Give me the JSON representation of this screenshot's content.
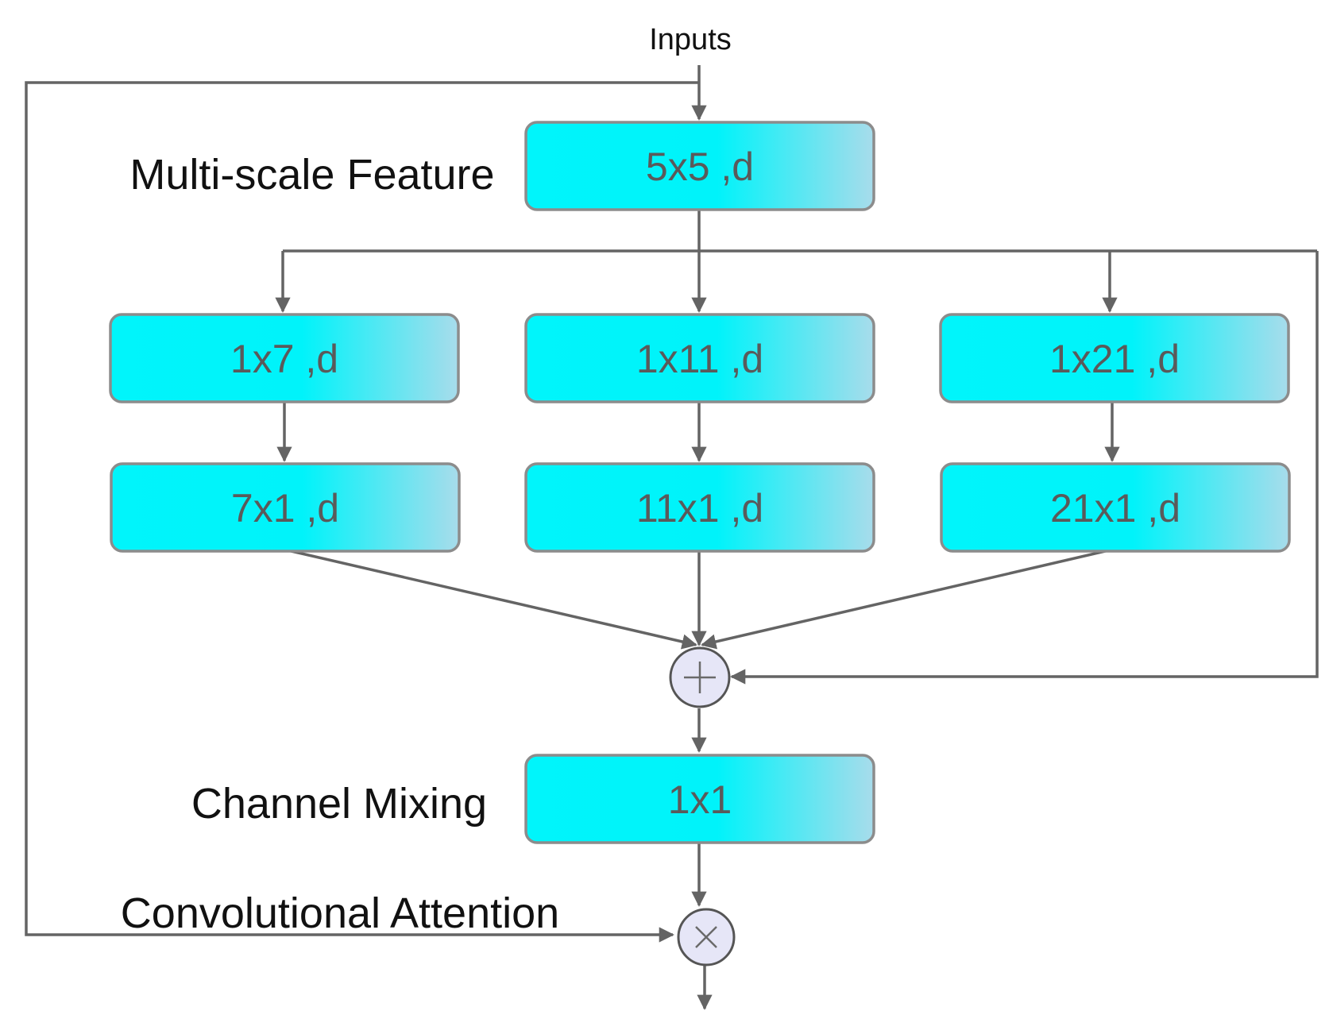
{
  "diagram": {
    "inputs_label": "Inputs",
    "labels": {
      "multi_scale": "Multi-scale Feature",
      "channel_mixing": "Channel Mixing",
      "conv_attention": "Convolutional Attention"
    },
    "blocks": {
      "dw5": "5x5 ,d",
      "b1_top": "1x7 ,d",
      "b1_bot": "7x1 ,d",
      "b2_top": "1x11 ,d",
      "b2_bot": "11x1 ,d",
      "b3_top": "1x21 ,d",
      "b3_bot": "21x1 ,d",
      "mix": "1x1"
    },
    "colors": {
      "box_fill_start": "#00f5fb",
      "box_fill_end": "#a8dceb",
      "box_border": "#8c8c8c",
      "operator_fill": "#e6e6f7",
      "line": "#646464"
    }
  }
}
